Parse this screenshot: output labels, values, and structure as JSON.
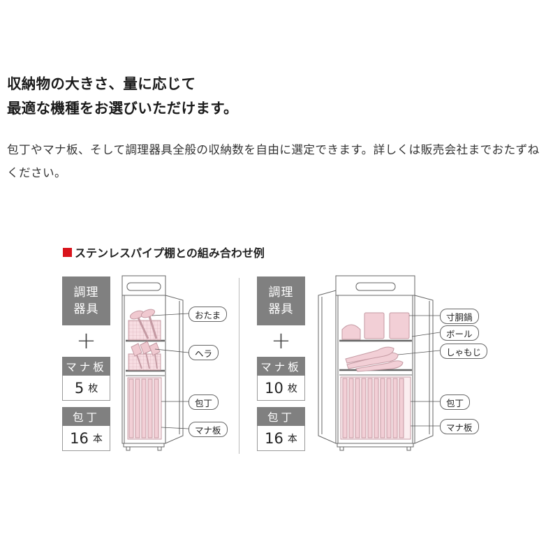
{
  "headline": {
    "line1": "収納物の大きさ、量に応じて",
    "line2": "最適な機種をお選びいただけます。"
  },
  "intro": "包丁やマナ板、そして調理器具全般の収納数を自由に選定できます。詳しくは販売会社までおたずねください。",
  "section_title": "ステンレスパイプ棚との組み合わせ例",
  "colors": {
    "accent_square": "#d9141c",
    "label_gray": "#808080",
    "pink_fill": "#f4d6db"
  },
  "left_example": {
    "tools": {
      "line1": "調理",
      "line2": "器具"
    },
    "plus": "+",
    "board_label": "マナ板",
    "board_count": "5",
    "board_unit": "枚",
    "knife_label": "包丁",
    "knife_count": "16",
    "knife_unit": "本",
    "callouts": [
      "おたま",
      "ヘラ",
      "包丁",
      "マナ板"
    ]
  },
  "right_example": {
    "tools": {
      "line1": "調理",
      "line2": "器具"
    },
    "plus": "+",
    "board_label": "マナ板",
    "board_count": "10",
    "board_unit": "枚",
    "knife_label": "包丁",
    "knife_count": "16",
    "knife_unit": "本",
    "callouts": [
      "寸胴鍋",
      "ボール",
      "しゃもじ",
      "包丁",
      "マナ板"
    ]
  }
}
